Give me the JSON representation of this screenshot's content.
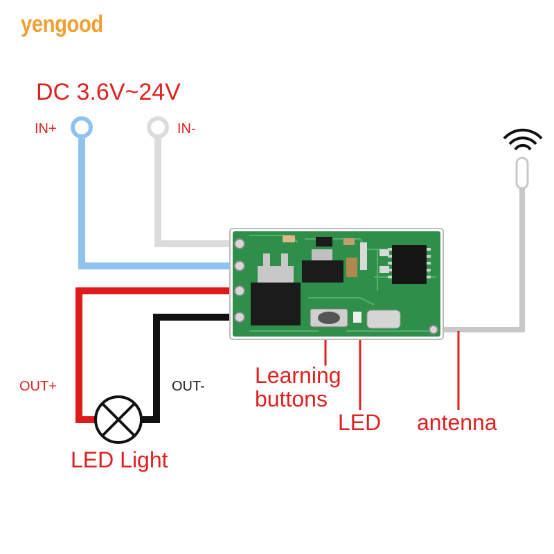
{
  "brand": "yengood",
  "title": "DC 3.6V~24V",
  "labels": {
    "in_plus": "IN+",
    "in_minus": "IN-",
    "out_plus": "OUT+",
    "out_minus": "OUT-",
    "led_light": "LED Light",
    "learning_line1": "Learning",
    "learning_line2": "buttons",
    "led": "LED",
    "antenna": "antenna"
  },
  "colors": {
    "accent_red": "#e02020",
    "wire_blue": "#8fc3ef",
    "wire_grey": "#dcdcdc",
    "wire_red": "#e01a1a",
    "wire_black": "#111111",
    "pcb_green": "#2f8f4a",
    "brand": "#f0a030"
  }
}
